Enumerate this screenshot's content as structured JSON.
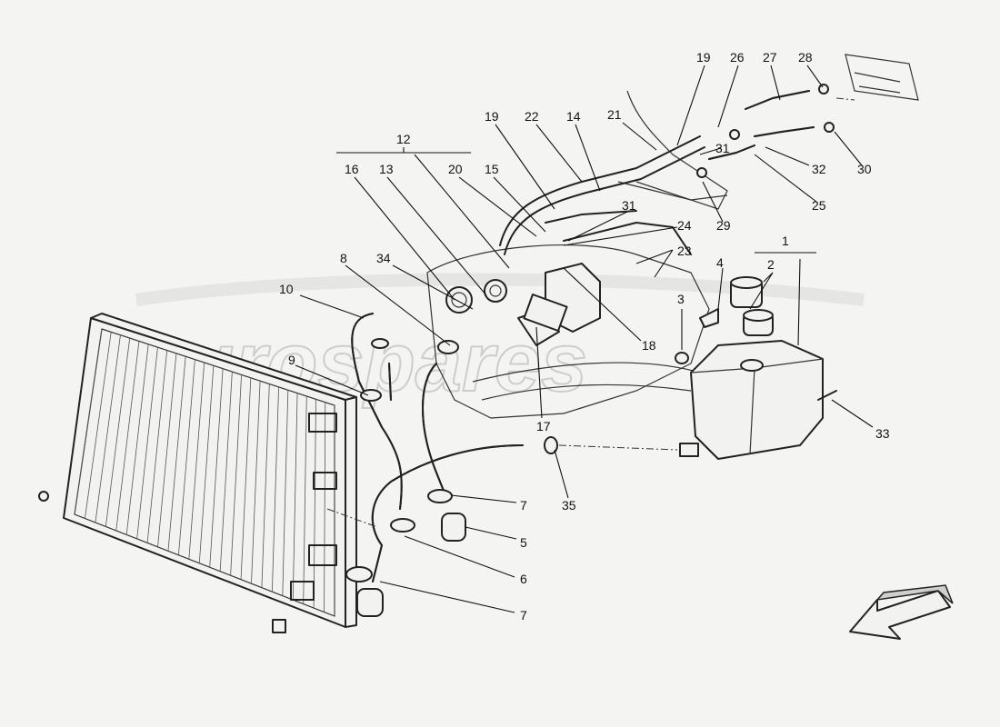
{
  "watermark": "eurospares",
  "group_label": "12",
  "tank_group_label": "1",
  "callouts": [
    {
      "id": "c19a",
      "text": "19"
    },
    {
      "id": "c26",
      "text": "26"
    },
    {
      "id": "c27",
      "text": "27"
    },
    {
      "id": "c28",
      "text": "28"
    },
    {
      "id": "c19b",
      "text": "19"
    },
    {
      "id": "c22",
      "text": "22"
    },
    {
      "id": "c14",
      "text": "14"
    },
    {
      "id": "c21",
      "text": "21"
    },
    {
      "id": "c31a",
      "text": "31"
    },
    {
      "id": "c32",
      "text": "32"
    },
    {
      "id": "c30",
      "text": "30"
    },
    {
      "id": "c16",
      "text": "16"
    },
    {
      "id": "c13",
      "text": "13"
    },
    {
      "id": "c20",
      "text": "20"
    },
    {
      "id": "c15",
      "text": "15"
    },
    {
      "id": "c29",
      "text": "29"
    },
    {
      "id": "c25",
      "text": "25"
    },
    {
      "id": "c31b",
      "text": "31"
    },
    {
      "id": "c24",
      "text": "24"
    },
    {
      "id": "c23",
      "text": "23"
    },
    {
      "id": "c8",
      "text": "8"
    },
    {
      "id": "c34",
      "text": "34"
    },
    {
      "id": "c10",
      "text": "10"
    },
    {
      "id": "c4",
      "text": "4"
    },
    {
      "id": "c2",
      "text": "2"
    },
    {
      "id": "c3",
      "text": "3"
    },
    {
      "id": "c18",
      "text": "18"
    },
    {
      "id": "c9",
      "text": "9"
    },
    {
      "id": "c17",
      "text": "17"
    },
    {
      "id": "c33",
      "text": "33"
    },
    {
      "id": "c35",
      "text": "35"
    },
    {
      "id": "c7a",
      "text": "7"
    },
    {
      "id": "c5",
      "text": "5"
    },
    {
      "id": "c6",
      "text": "6"
    },
    {
      "id": "c7b",
      "text": "7"
    }
  ]
}
